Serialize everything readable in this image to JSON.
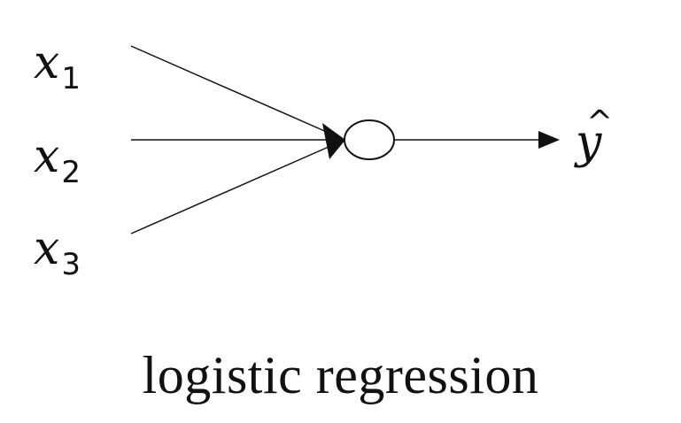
{
  "inputs": [
    {
      "var": "x",
      "sub": "1"
    },
    {
      "var": "x",
      "sub": "2"
    },
    {
      "var": "x",
      "sub": "3"
    }
  ],
  "output": {
    "var": "y",
    "accent": "^"
  },
  "caption": "logistic regression",
  "colors": {
    "stroke": "#111111",
    "background": "#ffffff"
  }
}
